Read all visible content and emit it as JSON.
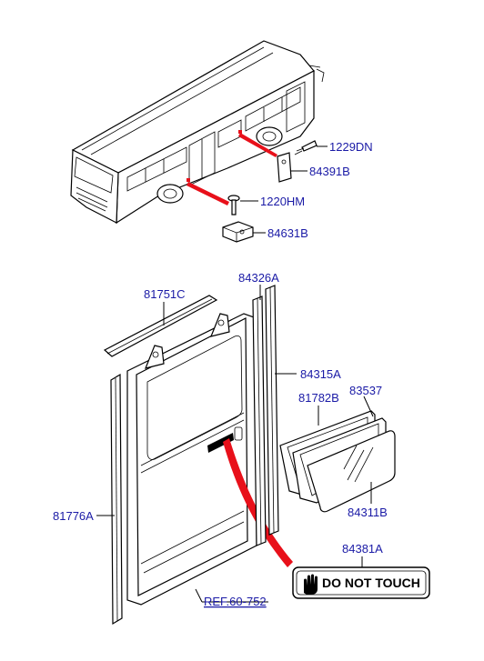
{
  "callouts": {
    "p1229DN": "1229DN",
    "p84391B": "84391B",
    "p1220HM": "1220HM",
    "p84631B": "84631B",
    "p84326A": "84326A",
    "p81751C": "81751C",
    "p84315A": "84315A",
    "p81782B": "81782B",
    "p83537": "83537",
    "p81776A": "81776A",
    "p84311B": "84311B",
    "p84381A": "84381A"
  },
  "reference": "REF.60-752",
  "sign_text": "DO NOT TOUCH",
  "colors": {
    "callout_text": "#1a1aa6",
    "highlight": "#e8101a"
  }
}
